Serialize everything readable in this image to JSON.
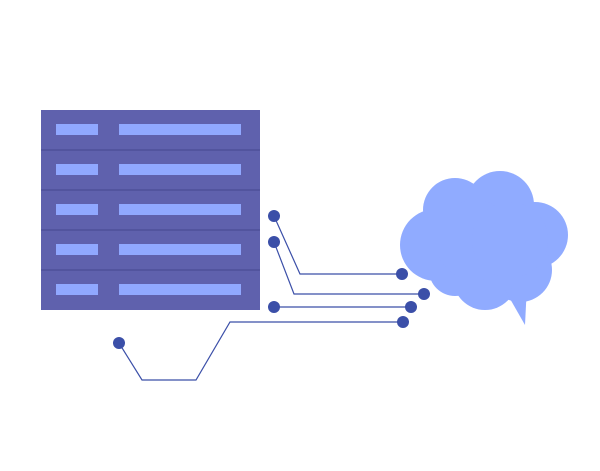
{
  "colors": {
    "background": "#ffffff",
    "table_fill": "#5f61ad",
    "table_divider": "#4e5099",
    "cell_fill": "#90a8ff",
    "cloud_fill": "#90abff",
    "wire": "#3b4fa8",
    "node": "#3b4fa8"
  },
  "table": {
    "row_count": 5,
    "rows": [
      {
        "id": "row-1"
      },
      {
        "id": "row-2"
      },
      {
        "id": "row-3"
      },
      {
        "id": "row-4"
      },
      {
        "id": "row-5"
      }
    ]
  },
  "connections": [
    {
      "id": "connector-1"
    },
    {
      "id": "connector-2"
    },
    {
      "id": "connector-3"
    },
    {
      "id": "connector-4"
    },
    {
      "id": "connector-5"
    }
  ],
  "cloud": {
    "icon": "thought-cloud-icon"
  }
}
